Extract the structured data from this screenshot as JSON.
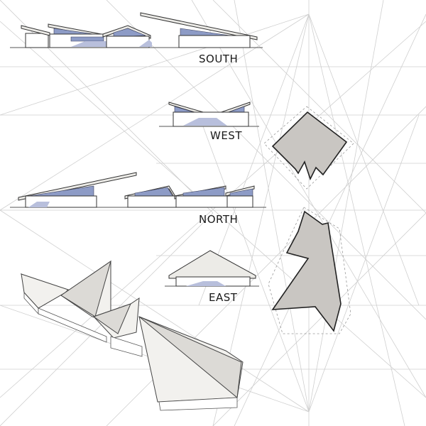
{
  "elevations": {
    "south_label": "SOUTH",
    "west_label": "WEST",
    "north_label": "NORTH",
    "east_label": "EAST"
  },
  "colors": {
    "glazing": "#8d9bc6",
    "roof": "#ecebe7",
    "plan_fill": "#c9c6c2",
    "grid": "#cfcfcf"
  }
}
